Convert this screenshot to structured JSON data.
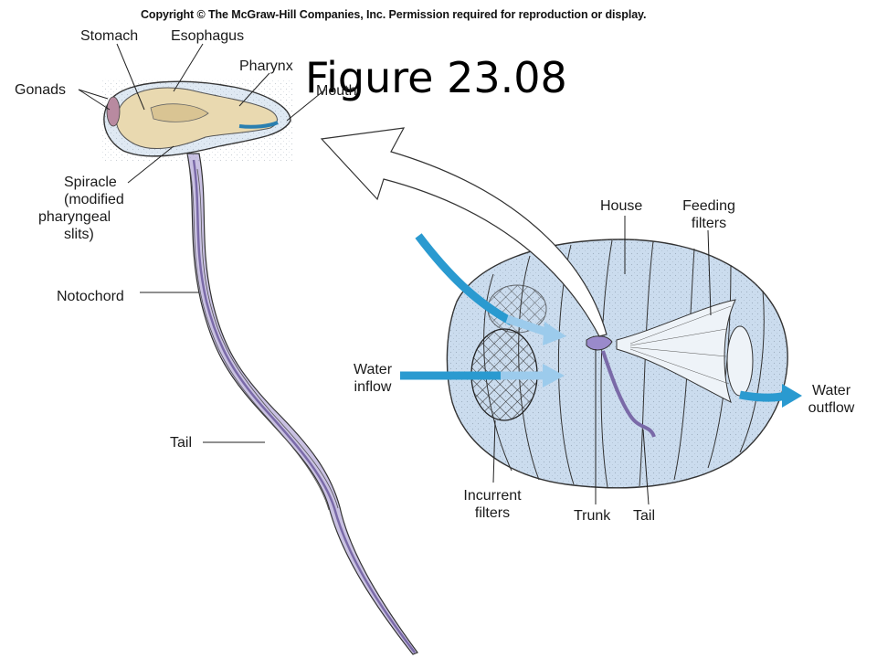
{
  "header": {
    "copyright": "Copyright © The McGraw-Hill Companies, Inc. Permission required for reproduction or display.",
    "title": "Figure 23.08"
  },
  "labels": {
    "stomach": "Stomach",
    "esophagus": "Esophagus",
    "pharynx": "Pharynx",
    "mouth": "Mouth",
    "gonads": "Gonads",
    "spiracle": [
      "Spiracle",
      "(modified",
      "pharyngeal",
      "slits)"
    ],
    "notochord": "Notochord",
    "tail_left": "Tail",
    "house": "House",
    "feeding_filters": [
      "Feeding",
      "filters"
    ],
    "water_inflow": [
      "Water",
      "inflow"
    ],
    "water_outflow": [
      "Water",
      "outflow"
    ],
    "incurrent_filters": [
      "Incurrent",
      "filters"
    ],
    "trunk": "Trunk",
    "tail_right": "Tail"
  },
  "colors": {
    "body": "#e9d9b0",
    "tunic": "#dfe9f3",
    "house": "#cbdcee",
    "notochord": "#b8aed6",
    "arrow_dark": "#2a9ad0",
    "arrow_light": "#9ccbec"
  }
}
